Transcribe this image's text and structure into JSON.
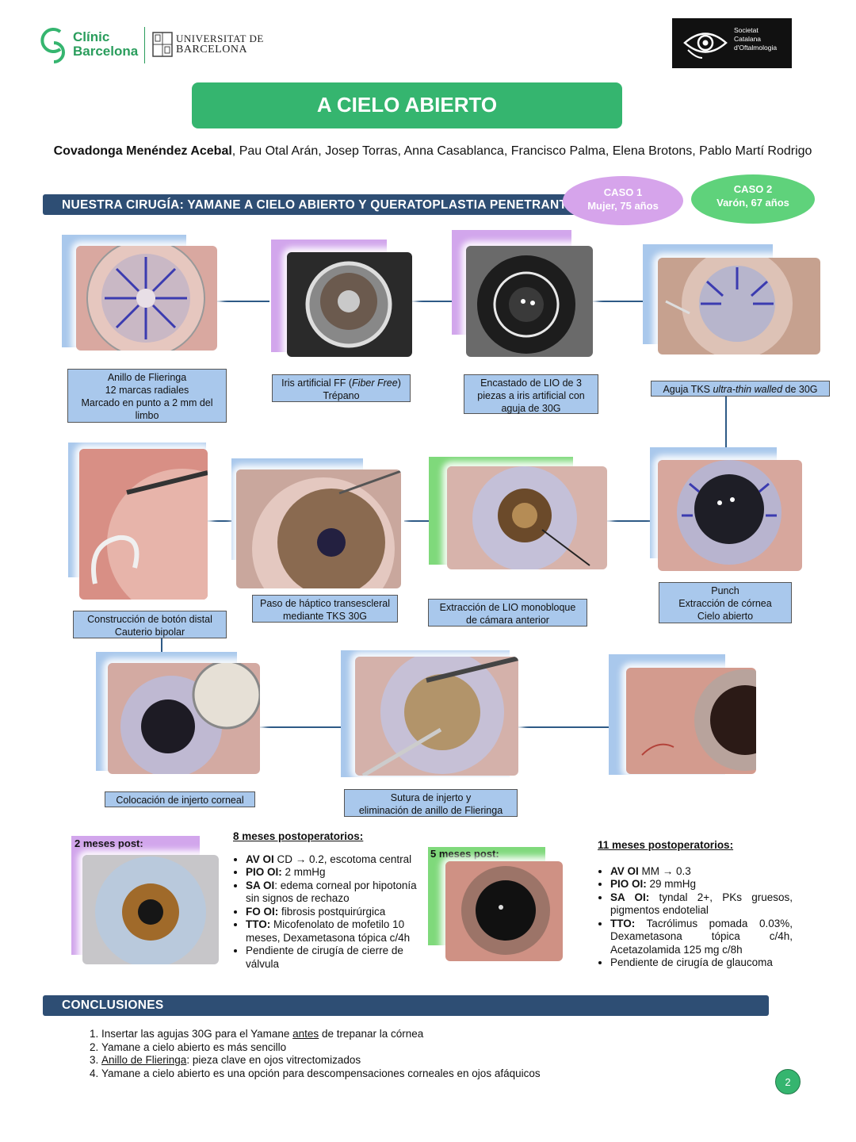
{
  "header": {
    "clinic_line1": "Clínic",
    "clinic_line2": "Barcelona",
    "ub_line1": "UNIVERSITAT DE",
    "ub_line2": "BARCELONA",
    "society_line1": "Societat",
    "society_line2": "Catalana",
    "society_line3": "d'Oftalmologia"
  },
  "title": "A CIELO ABIERTO",
  "authors": {
    "lead": "Covadonga Menéndez Acebal",
    "rest": ", Pau Otal Arán, Josep Torras, Anna Casablanca, Francisco Palma, Elena Brotons, Pablo Martí Rodrigo"
  },
  "section_surgery": "NUESTRA CIRUGÍA: YAMANE A CIELO ABIERTO Y QUERATOPLASTIA PENETRANTE",
  "case1": {
    "label": "CASO 1",
    "desc": "Mujer, 75 años"
  },
  "case2": {
    "label": "CASO  2",
    "desc": "Varón,  67 años"
  },
  "steps": {
    "s1": [
      "Anillo de Flieringa",
      "12 marcas radiales",
      "Marcado en punto a 2  mm del limbo"
    ],
    "s2_a": "Iris artificial FF (",
    "s2_em": "Fiber Free",
    "s2_b": ")",
    "s2_line2": "Trépano",
    "s3": "Encastado de LIO de 3 piezas a iris artificial con aguja de 30G",
    "s4_a": "Aguja TKS ",
    "s4_em": "ultra-thin walled",
    "s4_b": " de 30G",
    "s5": [
      "Construcción de botón distal",
      "Cauterio bipolar"
    ],
    "s6": [
      "Paso de háptico transescleral",
      "mediante TKS 30G"
    ],
    "s7": [
      "Extracción de LIO monobloque",
      "de cámara anterior"
    ],
    "s8": [
      "Punch",
      "Extracción de córnea",
      "Cielo abierto"
    ],
    "s9": "Colocación de injerto corneal",
    "s10": [
      "Sutura de injerto y",
      "eliminación de anillo de Flieringa"
    ]
  },
  "post": {
    "tag_2m": "2 meses post:",
    "tag_5m": "5 meses post:",
    "case1_title": "8 meses postoperatorios:",
    "case1_items": [
      {
        "k": "AV OI",
        "v": " CD → 0.2, escotoma central"
      },
      {
        "k": "PIO OI:",
        "v": " 2 mmHg"
      },
      {
        "k": "SA OI",
        "v": ": edema corneal por hipotonía sin signos de rechazo"
      },
      {
        "k": "FO OI:",
        "v": " fibrosis postquirúrgica"
      },
      {
        "k": "TTO:",
        "v": " Micofenolato de mofetilo 10 meses, Dexametasona tópica c/4h"
      },
      {
        "k": "",
        "v": "Pendiente de cirugía de cierre de válvula"
      }
    ],
    "case2_title": "11 meses postoperatorios:",
    "case2_items": [
      {
        "k": "AV OI",
        "v": " MM → 0.3"
      },
      {
        "k": "PIO OI:",
        "v": " 29 mmHg"
      },
      {
        "k": "SA OI:",
        "v": " tyndal 2+, PKs gruesos, pigmentos endotelial"
      },
      {
        "k": "TTO:",
        "v": " Tacrólimus pomada 0.03%, Dexametasona tópica c/4h, Acetazolamida 125 mg c/8h"
      },
      {
        "k": "",
        "v": "Pendiente de cirugía de glaucoma"
      }
    ]
  },
  "section_conclusions": "CONCLUSIONES",
  "conclusions": {
    "c1_a": "Insertar las agujas 30G para el Yamane ",
    "c1_u": "antes",
    "c1_b": " de trepanar la córnea",
    "c2": "Yamane a cielo abierto es más sencillo",
    "c3_u": "Anillo de Flieringa",
    "c3_b": ": pieza clave en ojos vitrectomizados",
    "c4": "Yamane a cielo abierto es una opción para descompensaciones corneales en ojos afáquicos"
  },
  "page_number": "2",
  "colors": {
    "green": "#35b56f",
    "navy": "#2e4e74",
    "caption_blue": "#a9c8ec",
    "purple": "#d2a6ec",
    "light_green": "#7fd97b"
  }
}
